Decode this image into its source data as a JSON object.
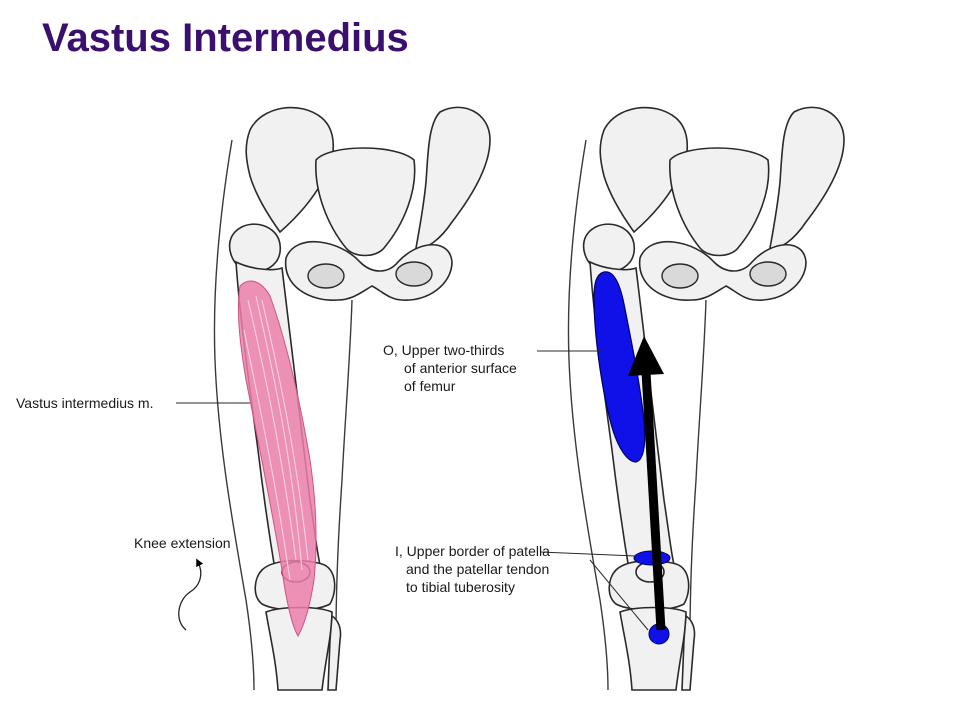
{
  "title": "Vastus Intermedius",
  "labels": {
    "muscle": "Vastus intermedius m.",
    "action": "Knee extension",
    "origin_lines": [
      "O, Upper two-thirds",
      "of anterior surface",
      "of femur"
    ],
    "insertion_lines": [
      "I, Upper border of patella",
      "and the patellar tendon",
      "to tibial tuberosity"
    ]
  },
  "colors": {
    "title": "#3a0f6e",
    "muscle": "#ec7fab",
    "origin_marker": "#1010e8",
    "insertion_marker": "#1010e8",
    "action_arrow": "#000000"
  }
}
